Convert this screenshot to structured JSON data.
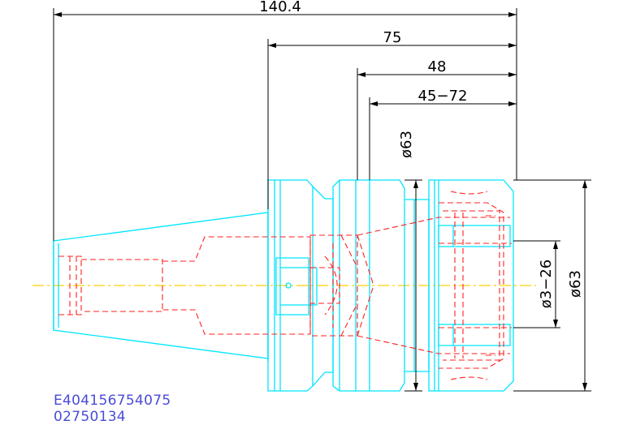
{
  "dimensions": {
    "overall_length": "140.4",
    "flange_to_nose": "75",
    "body_to_nose": "48",
    "clamp_range": "45−72",
    "body_diameter": "ø63",
    "nut_diameter": "ø63",
    "bore_range": "ø3−26"
  },
  "codes": {
    "part_number": "E404156754075",
    "order_number": "02750134"
  },
  "colors": {
    "outline": "#00e5ff",
    "hidden": "#ff2020",
    "centerline": "#ffd000",
    "dimension": "#000000",
    "code_text": "#4b4bd6"
  }
}
